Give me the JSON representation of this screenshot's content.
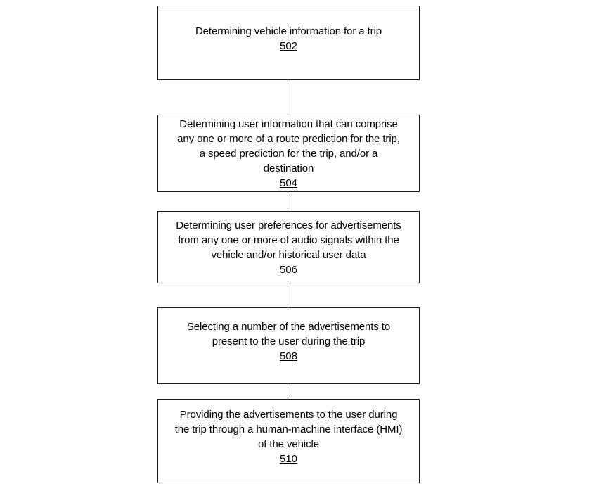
{
  "figure": {
    "type": "flowchart",
    "orientation": "vertical",
    "nodes": [
      {
        "id": "502",
        "text": "Determining vehicle information for a trip",
        "ref": "502"
      },
      {
        "id": "504",
        "text": "Determining user information that can comprise\nany one or more of a route prediction for the trip,\na speed prediction for the trip, and/or a\ndestination",
        "ref": "504"
      },
      {
        "id": "506",
        "text": "Determining user preferences for advertisements\nfrom any one or more of audio signals within the\nvehicle and/or historical user data",
        "ref": "506"
      },
      {
        "id": "508",
        "text": "Selecting a number of the advertisements to\npresent to the user during the trip",
        "ref": "508"
      },
      {
        "id": "510",
        "text": "Providing the advertisements to the user during\nthe trip through a human-machine interface (HMI)\nof the vehicle",
        "ref": "510"
      }
    ],
    "connectors": [
      {
        "from": "502",
        "to": "504",
        "style": "plain-line"
      },
      {
        "from": "504",
        "to": "506",
        "style": "plain-line"
      },
      {
        "from": "506",
        "to": "508",
        "style": "plain-line"
      },
      {
        "from": "508",
        "to": "510",
        "style": "plain-line"
      }
    ],
    "colors": {
      "background": "#ffffff",
      "box_fill": "#ffffff",
      "box_border": "#1a1a1a",
      "text": "#000000",
      "connector": "#1a1a1a"
    }
  }
}
